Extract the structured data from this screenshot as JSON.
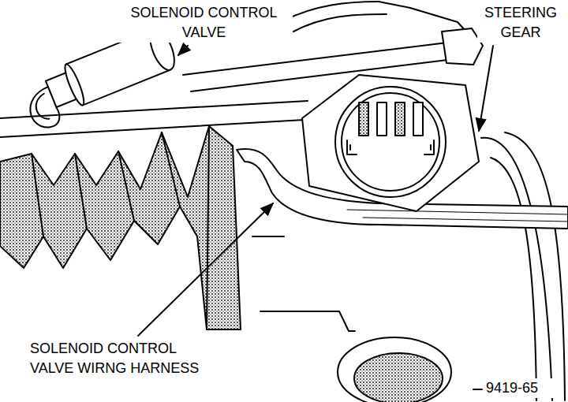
{
  "diagram": {
    "labels": [
      "SOLENOID CONTROL VALVE",
      "STEERING GEAR",
      "SOLENOID CONTROL VALVE WIRNG HARNESS",
      "9419-65"
    ]
  }
}
